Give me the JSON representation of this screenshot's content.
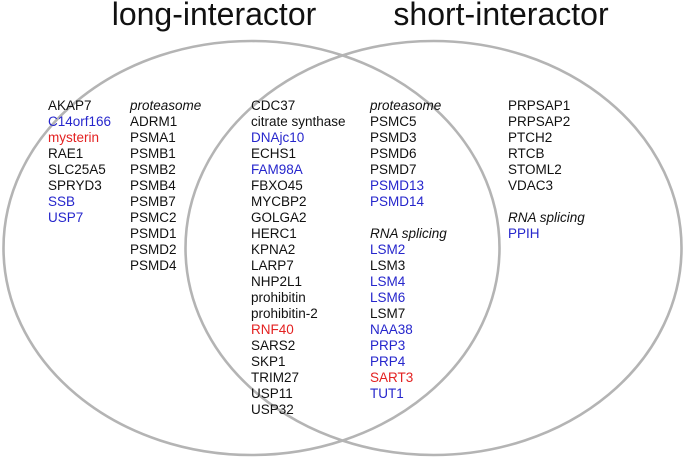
{
  "titles": {
    "left": "long-interactor",
    "right": "short-interactor"
  },
  "colors": {
    "black": "#111111",
    "blue": "#2626cc",
    "red": "#e32222",
    "circle": "#b4b4b4"
  },
  "columns": [
    {
      "region": "long-interactor-only",
      "items": [
        {
          "text": "AKAP7"
        },
        {
          "text": "C14orf166",
          "color": "blue"
        },
        {
          "text": "mysterin",
          "color": "red"
        },
        {
          "text": "RAE1"
        },
        {
          "text": "SLC25A5"
        },
        {
          "text": "SPRYD3"
        },
        {
          "text": "SSB",
          "color": "blue"
        },
        {
          "text": "USP7",
          "color": "blue"
        }
      ]
    },
    {
      "region": "long-interactor-only",
      "items": [
        {
          "text": "proteasome",
          "heading": true
        },
        {
          "text": "ADRM1"
        },
        {
          "text": "PSMA1"
        },
        {
          "text": "PSMB1"
        },
        {
          "text": "PSMB2"
        },
        {
          "text": "PSMB4"
        },
        {
          "text": "PSMB7"
        },
        {
          "text": "PSMC2"
        },
        {
          "text": "PSMD1"
        },
        {
          "text": "PSMD2"
        },
        {
          "text": "PSMD4"
        }
      ]
    },
    {
      "region": "overlap",
      "items": [
        {
          "text": "CDC37"
        },
        {
          "text": "citrate synthase"
        },
        {
          "text": "DNAjc10",
          "color": "blue"
        },
        {
          "text": "ECHS1"
        },
        {
          "text": "FAM98A",
          "color": "blue"
        },
        {
          "text": "FBXO45"
        },
        {
          "text": "MYCBP2"
        },
        {
          "text": "GOLGA2"
        },
        {
          "text": "HERC1"
        },
        {
          "text": "KPNA2"
        },
        {
          "text": "LARP7"
        },
        {
          "text": "NHP2L1"
        },
        {
          "text": "prohibitin"
        },
        {
          "text": "prohibitin-2"
        },
        {
          "text": "RNF40",
          "color": "red"
        },
        {
          "text": "SARS2"
        },
        {
          "text": "SKP1"
        },
        {
          "text": "TRIM27"
        },
        {
          "text": "USP11"
        },
        {
          "text": "USP32"
        }
      ]
    },
    {
      "region": "overlap",
      "items": [
        {
          "text": "proteasome",
          "heading": true
        },
        {
          "text": "PSMC5"
        },
        {
          "text": "PSMD3"
        },
        {
          "text": "PSMD6"
        },
        {
          "text": "PSMD7"
        },
        {
          "text": "PSMD13",
          "color": "blue"
        },
        {
          "text": "PSMD14",
          "color": "blue"
        },
        {
          "text": ""
        },
        {
          "text": "RNA splicing",
          "heading": true
        },
        {
          "text": "LSM2",
          "color": "blue"
        },
        {
          "text": "LSM3"
        },
        {
          "text": "LSM4",
          "color": "blue"
        },
        {
          "text": "LSM6",
          "color": "blue"
        },
        {
          "text": "LSM7"
        },
        {
          "text": "NAA38",
          "color": "blue"
        },
        {
          "text": "PRP3",
          "color": "blue"
        },
        {
          "text": "PRP4",
          "color": "blue"
        },
        {
          "text": "SART3",
          "color": "red"
        },
        {
          "text": "TUT1",
          "color": "blue"
        }
      ]
    },
    {
      "region": "short-interactor-only",
      "items": [
        {
          "text": "PRPSAP1"
        },
        {
          "text": "PRPSAP2"
        },
        {
          "text": "PTCH2"
        },
        {
          "text": "RTCB"
        },
        {
          "text": "STOML2"
        },
        {
          "text": "VDAC3"
        },
        {
          "text": ""
        },
        {
          "text": "RNA splicing",
          "heading": true
        },
        {
          "text": "PPIH",
          "color": "blue"
        }
      ]
    }
  ]
}
